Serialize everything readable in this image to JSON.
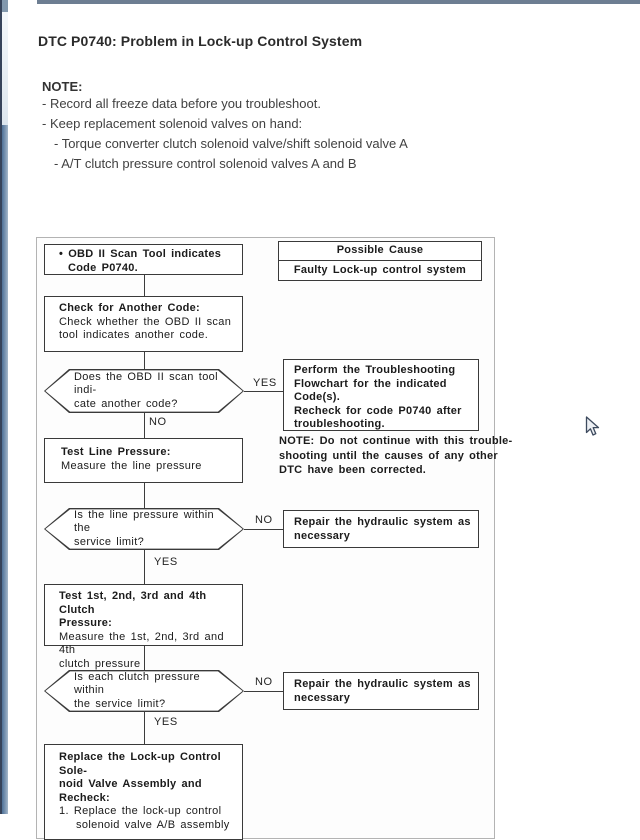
{
  "page": {
    "title": "DTC P0740: Problem in Lock-up Control System",
    "note_label": "NOTE:",
    "notes": [
      "- Record all freeze data before you troubleshoot.",
      "- Keep replacement solenoid valves on hand:",
      "- Torque converter clutch solenoid valve/shift solenoid valve A",
      "- A/T clutch pressure control solenoid valves A and B"
    ]
  },
  "flowchart": {
    "labels": {
      "yes": "YES",
      "no": "NO"
    },
    "possible_cause": {
      "header": "Possible Cause",
      "value": "Faulty Lock-up control system"
    },
    "start_box": {
      "bold_lines": [
        "• OBD II Scan Tool indicates",
        "Code P0740."
      ]
    },
    "check_box": {
      "title": "Check for Another Code:",
      "body_lines": [
        "Check whether the OBD II scan",
        "tool indicates another code."
      ]
    },
    "decision_1": {
      "lines": [
        "Does the OBD II scan tool indi-",
        "cate another code?"
      ]
    },
    "perform_box": {
      "bold_lines": [
        "Perform the Troubleshooting",
        "Flowchart for the indicated",
        "Code(s).",
        "Recheck for code P0740 after",
        "troubleshooting."
      ]
    },
    "note_text": {
      "lines": [
        "NOTE:  Do not continue with this trouble-",
        "shooting until the causes of any other",
        "DTC have been corrected."
      ]
    },
    "test_line_box": {
      "title": "Test Line Pressure:",
      "body_lines": [
        "Measure the line pressure"
      ]
    },
    "decision_2": {
      "lines": [
        "Is the line pressure within the",
        "service limit?"
      ]
    },
    "repair_box_1": {
      "bold_lines": [
        "Repair the hydraulic system as",
        "necessary"
      ]
    },
    "test_clutch_box": {
      "title_lines": [
        "Test 1st, 2nd, 3rd and 4th Clutch",
        "Pressure:"
      ],
      "body_lines": [
        "Measure the 1st, 2nd, 3rd and 4th",
        "clutch pressure"
      ]
    },
    "decision_3": {
      "lines": [
        "Is each clutch pressure within",
        "the service limit?"
      ]
    },
    "repair_box_2": {
      "bold_lines": [
        "Repair the hydraulic system as",
        "necessary"
      ]
    },
    "replace_box": {
      "title_lines": [
        "Replace the Lock-up Control Sole-",
        "noid Valve Assembly and Recheck:"
      ],
      "body_lines": [
        "1.  Replace the lock-up control",
        "solenoid valve A/B assembly"
      ]
    }
  }
}
